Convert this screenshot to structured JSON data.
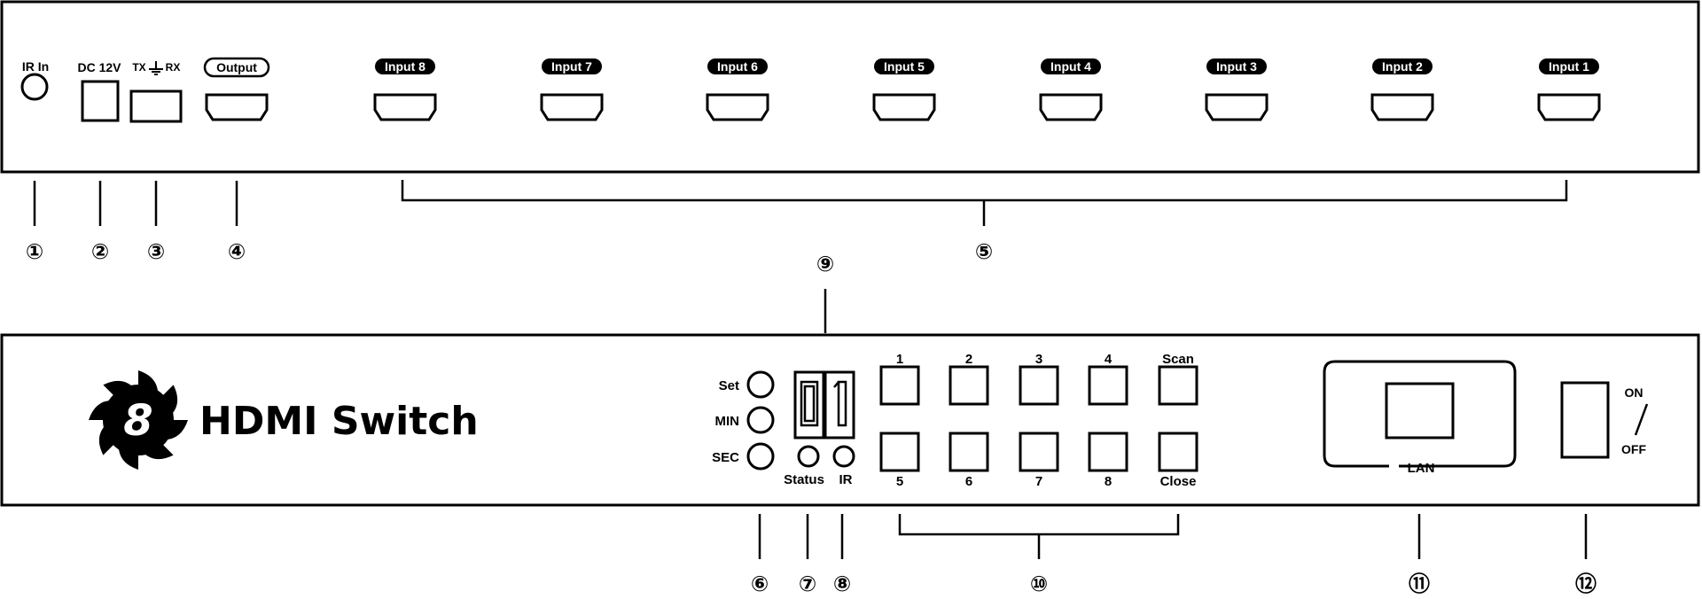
{
  "rear_panel": {
    "ir_in_label": "IR In",
    "dc_label": "DC 12V",
    "rs232_tx": "TX",
    "rs232_rx": "RX",
    "output_label": "Output",
    "inputs": [
      "Input 8",
      "Input 7",
      "Input 6",
      "Input 5",
      "Input 4",
      "Input 3",
      "Input 2",
      "Input 1"
    ]
  },
  "front_panel": {
    "logo_digit": "8",
    "brand_title": "HDMI Switch",
    "set_label": "Set",
    "min_label": "MIN",
    "sec_label": "SEC",
    "display_value": "01",
    "status_label": "Status",
    "ir_label": "IR",
    "buttons_top": [
      "1",
      "2",
      "3",
      "4",
      "Scan"
    ],
    "buttons_bottom": [
      "5",
      "6",
      "7",
      "8",
      "Close"
    ],
    "lan_label": "LAN",
    "on_label": "ON",
    "off_label": "OFF"
  },
  "callouts": [
    "①",
    "②",
    "③",
    "④",
    "⑤",
    "⑥",
    "⑦",
    "⑧",
    "⑨",
    "⑩",
    "⑪",
    "⑫"
  ],
  "colors": {
    "line": "#000000",
    "background": "#ffffff",
    "pill_text": "#ffffff"
  }
}
